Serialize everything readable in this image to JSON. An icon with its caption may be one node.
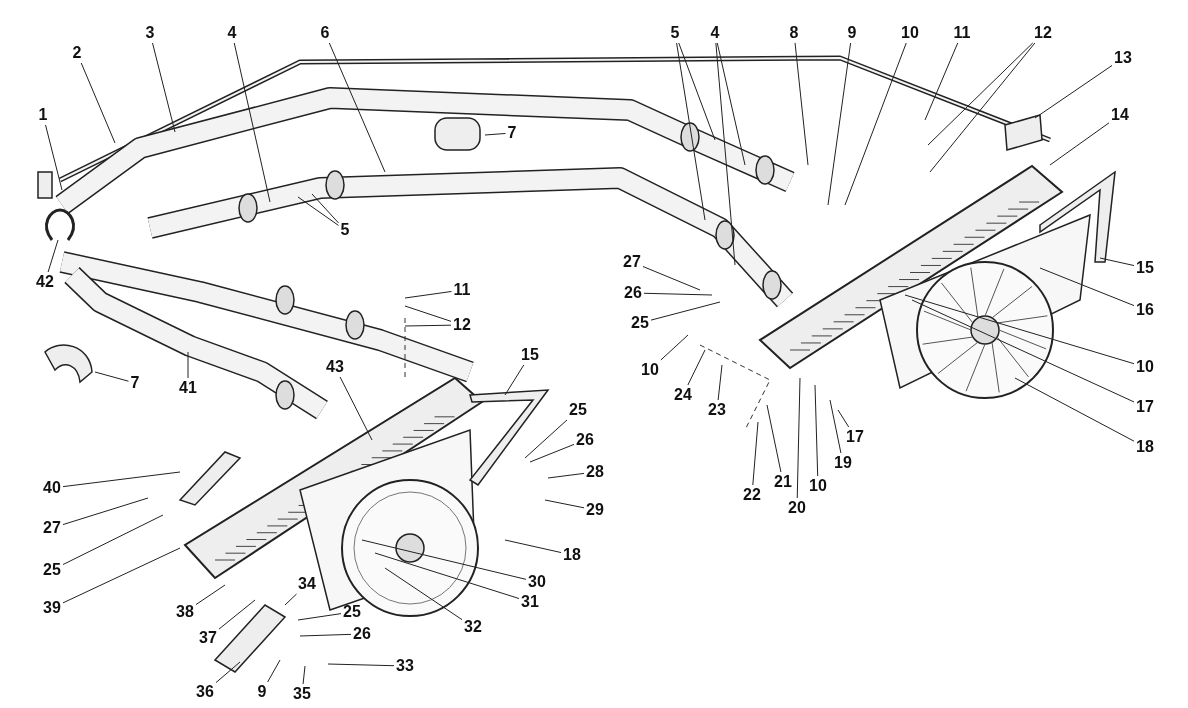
{
  "diagram": {
    "nodes": [
      {
        "text": [
          "1"
        ]
      },
      {
        "text": [
          "2"
        ]
      },
      {
        "text": [
          "3"
        ]
      },
      {
        "text": [
          "4"
        ]
      },
      {
        "text": [
          "6"
        ]
      },
      {
        "text": [
          "5"
        ]
      },
      {
        "text": [
          "7"
        ]
      },
      {
        "text": [
          "42"
        ]
      },
      {
        "text": [
          "11"
        ]
      },
      {
        "text": [
          "12"
        ]
      },
      {
        "text": [
          "7"
        ]
      },
      {
        "text": [
          "41"
        ]
      },
      {
        "text": [
          "43"
        ]
      },
      {
        "text": [
          "15"
        ]
      },
      {
        "text": [
          "25"
        ]
      },
      {
        "text": [
          "26"
        ]
      },
      {
        "text": [
          "28"
        ]
      },
      {
        "text": [
          "29"
        ]
      },
      {
        "text": [
          "40"
        ]
      },
      {
        "text": [
          "27"
        ]
      },
      {
        "text": [
          "25"
        ]
      },
      {
        "text": [
          "39"
        ]
      },
      {
        "text": [
          "18"
        ]
      },
      {
        "text": [
          "30"
        ]
      },
      {
        "text": [
          "31"
        ]
      },
      {
        "text": [
          "32"
        ]
      },
      {
        "text": [
          "34"
        ]
      },
      {
        "text": [
          "38"
        ]
      },
      {
        "text": [
          "25"
        ]
      },
      {
        "text": [
          "37"
        ]
      },
      {
        "text": [
          "26"
        ]
      },
      {
        "text": [
          "33"
        ]
      },
      {
        "text": [
          "36"
        ]
      },
      {
        "text": [
          "9"
        ]
      },
      {
        "text": [
          "35"
        ]
      },
      {
        "text": [
          "5"
        ]
      },
      {
        "text": [
          "4"
        ]
      },
      {
        "text": [
          "8"
        ]
      },
      {
        "text": [
          "9"
        ]
      },
      {
        "text": [
          "10"
        ]
      },
      {
        "text": [
          "11"
        ]
      },
      {
        "text": [
          "12"
        ]
      },
      {
        "text": [
          "13"
        ]
      },
      {
        "text": [
          "14"
        ]
      },
      {
        "text": [
          "27"
        ]
      },
      {
        "text": [
          "15"
        ]
      },
      {
        "text": [
          "26"
        ]
      },
      {
        "text": [
          "16"
        ]
      },
      {
        "text": [
          "25"
        ]
      },
      {
        "text": [
          "10"
        ]
      },
      {
        "text": [
          "10"
        ]
      },
      {
        "text": [
          "24"
        ]
      },
      {
        "text": [
          "17"
        ]
      },
      {
        "text": [
          "23"
        ]
      },
      {
        "text": [
          "17"
        ]
      },
      {
        "text": [
          "18"
        ]
      },
      {
        "text": [
          "19"
        ]
      },
      {
        "text": [
          "21"
        ]
      },
      {
        "text": [
          "10"
        ]
      },
      {
        "text": [
          "22"
        ]
      },
      {
        "text": [
          "20"
        ]
      }
    ],
    "edges": [
      {
        "from": 0,
        "to": null,
        "arrow": "none"
      },
      {
        "from": 1,
        "to": null,
        "arrow": "none"
      },
      {
        "from": 2,
        "to": null,
        "arrow": "none"
      },
      {
        "from": 3,
        "to": null,
        "arrow": "none"
      },
      {
        "from": 4,
        "to": null,
        "arrow": "none"
      },
      {
        "from": 5,
        "to": null,
        "arrow": "none"
      },
      {
        "from": 5,
        "to": null,
        "arrow": "none"
      },
      {
        "from": 6,
        "to": null,
        "arrow": "none"
      },
      {
        "from": 7,
        "to": null,
        "arrow": "none"
      },
      {
        "from": 8,
        "to": null,
        "arrow": "none"
      },
      {
        "from": 9,
        "to": null,
        "arrow": "none"
      },
      {
        "from": 9,
        "to": null,
        "arrow": "none"
      },
      {
        "from": 10,
        "to": null,
        "arrow": "none"
      },
      {
        "from": 11,
        "to": null,
        "arrow": "none"
      },
      {
        "from": 12,
        "to": null,
        "arrow": "none"
      },
      {
        "from": 13,
        "to": null,
        "arrow": "none"
      },
      {
        "from": 14,
        "to": null,
        "arrow": "none"
      },
      {
        "from": 15,
        "to": null,
        "arrow": "none"
      },
      {
        "from": 16,
        "to": null,
        "arrow": "none"
      },
      {
        "from": 17,
        "to": null,
        "arrow": "none"
      },
      {
        "from": 18,
        "to": null,
        "arrow": "none"
      },
      {
        "from": 19,
        "to": null,
        "arrow": "none"
      },
      {
        "from": 20,
        "to": null,
        "arrow": "none"
      },
      {
        "from": 21,
        "to": null,
        "arrow": "none"
      },
      {
        "from": 22,
        "to": null,
        "arrow": "none"
      },
      {
        "from": 23,
        "to": null,
        "arrow": "none"
      },
      {
        "from": 24,
        "to": null,
        "arrow": "none"
      },
      {
        "from": 25,
        "to": null,
        "arrow": "none"
      },
      {
        "from": 26,
        "to": null,
        "arrow": "none"
      },
      {
        "from": 27,
        "to": null,
        "arrow": "none"
      },
      {
        "from": 28,
        "to": null,
        "arrow": "none"
      },
      {
        "from": 29,
        "to": null,
        "arrow": "none"
      },
      {
        "from": 30,
        "to": null,
        "arrow": "none"
      },
      {
        "from": 31,
        "to": null,
        "arrow": "none"
      },
      {
        "from": 32,
        "to": null,
        "arrow": "none"
      },
      {
        "from": 33,
        "to": null,
        "arrow": "none"
      },
      {
        "from": 34,
        "to": null,
        "arrow": "none"
      },
      {
        "from": 35,
        "to": null,
        "arrow": "none"
      },
      {
        "from": 35,
        "to": null,
        "arrow": "none"
      },
      {
        "from": 36,
        "to": null,
        "arrow": "none"
      },
      {
        "from": 36,
        "to": null,
        "arrow": "none"
      },
      {
        "from": 37,
        "to": null,
        "arrow": "none"
      },
      {
        "from": 38,
        "to": null,
        "arrow": "none"
      },
      {
        "from": 39,
        "to": null,
        "arrow": "none"
      },
      {
        "from": 40,
        "to": null,
        "arrow": "none"
      },
      {
        "from": 41,
        "to": null,
        "arrow": "none"
      },
      {
        "from": 41,
        "to": null,
        "arrow": "none"
      },
      {
        "from": 42,
        "to": null,
        "arrow": "none"
      },
      {
        "from": 43,
        "to": null,
        "arrow": "none"
      },
      {
        "from": 44,
        "to": null,
        "arrow": "none"
      },
      {
        "from": 45,
        "to": null,
        "arrow": "none"
      },
      {
        "from": 46,
        "to": null,
        "arrow": "none"
      },
      {
        "from": 47,
        "to": null,
        "arrow": "none"
      },
      {
        "from": 48,
        "to": null,
        "arrow": "none"
      },
      {
        "from": 49,
        "to": null,
        "arrow": "none"
      },
      {
        "from": 50,
        "to": null,
        "arrow": "none"
      },
      {
        "from": 51,
        "to": null,
        "arrow": "none"
      },
      {
        "from": 52,
        "to": null,
        "arrow": "none"
      },
      {
        "from": 53,
        "to": null,
        "arrow": "none"
      },
      {
        "from": 54,
        "to": null,
        "arrow": "none"
      },
      {
        "from": 55,
        "to": null,
        "arrow": "none"
      },
      {
        "from": 56,
        "to": null,
        "arrow": "none"
      },
      {
        "from": 57,
        "to": null,
        "arrow": "none"
      },
      {
        "from": 58,
        "to": null,
        "arrow": "none"
      },
      {
        "from": 59,
        "to": null,
        "arrow": "none"
      },
      {
        "from": 60,
        "to": null,
        "arrow": "none"
      }
    ]
  }
}
